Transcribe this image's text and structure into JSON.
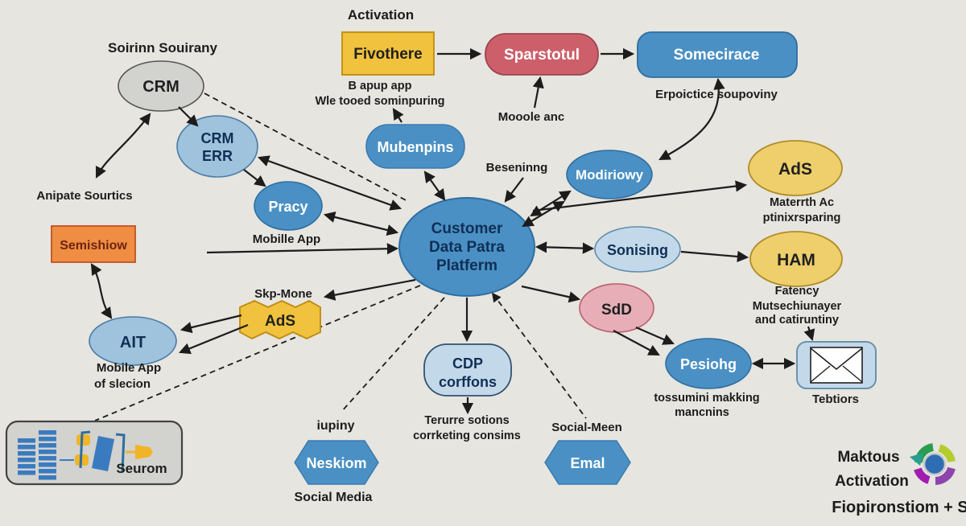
{
  "colors": {
    "background": "#e6e5df",
    "node_blue": "#4a90c4",
    "node_blue_light": "#9fc2dd",
    "node_blue_pale": "#c3d9ea",
    "node_gray": "#d2d2cf",
    "node_orange": "#ef8e43",
    "node_gold": "#f0c23d",
    "node_soft_yellow": "#eecf6b",
    "node_rose": "#cd5f6b",
    "node_pink": "#e7aeb8",
    "arrow": "#1c1c1c"
  },
  "headings": {
    "sources": "Soirinn Souirany",
    "activation": "Activation"
  },
  "nodes": {
    "crm": {
      "label": "CRM"
    },
    "crm_err": {
      "line1": "CRM",
      "line2": "ERR"
    },
    "pracy": {
      "label": "Pracy",
      "caption": "Mobille App"
    },
    "semishiow": {
      "label": "Semishiow"
    },
    "ait": {
      "label": "AIT",
      "caption_line1": "Mobile App",
      "caption_line2": "of slecion"
    },
    "seurom": {
      "label": "Seurom"
    },
    "mubenpins": {
      "label": "Mubenpins"
    },
    "fivothere": {
      "label": "Fivothere",
      "caption_line1": "B apup app",
      "caption_line2": "Wle tooed sominpuring"
    },
    "sparstotul": {
      "label": "Sparstotul"
    },
    "somecirace": {
      "label": "Somecirace",
      "caption": "Erpoictice soupoviny"
    },
    "center": {
      "line1": "Customer",
      "line2": "Data Patra",
      "line3": "Platferm"
    },
    "modiriowy": {
      "label": "Modiriowy"
    },
    "ads_right": {
      "label": "AdS",
      "caption_line1": "Materrth Ac",
      "caption_line2": "ptinixrsparing"
    },
    "sonising": {
      "label": "Sonising"
    },
    "ham": {
      "label": "HAM",
      "caption_line1": "Fatency",
      "caption_line2": "Mutsechiunayer",
      "caption_line3": "and catiruntiny"
    },
    "sdd": {
      "label": "SdD"
    },
    "ads_left": {
      "label": "AdS",
      "caption": "Skp-Mone"
    },
    "neskiom": {
      "label": "Neskiom",
      "caption_top": "iupiny",
      "caption_bottom": "Social Media"
    },
    "cdp": {
      "line1": "CDP",
      "line2": "corffons",
      "caption_line1": "Terurre sotions",
      "caption_line2": "corrketing consims"
    },
    "emal": {
      "label": "Emal",
      "caption": "Social-Meen"
    },
    "pesiohg": {
      "label": "Pesiohg",
      "caption_line1": "tossumini makking",
      "caption_line2": "mancnins"
    },
    "tebtiors": {
      "label": "Tebtiors"
    }
  },
  "floating_labels": {
    "anipate": "Anipate Sourtics",
    "mooole": "Mooole anc",
    "beseninng": "Beseninng"
  },
  "footer": {
    "line1": "Maktous",
    "line2": "Activation",
    "line3": "Fiopironstiom + S"
  }
}
